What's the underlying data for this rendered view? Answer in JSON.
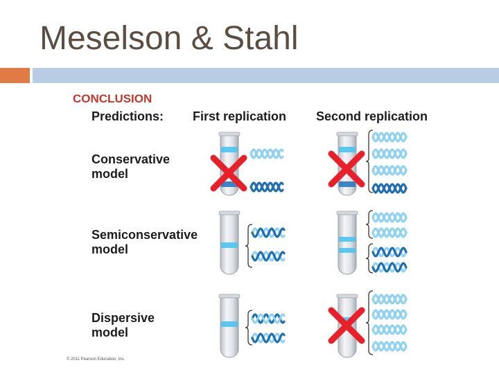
{
  "slide": {
    "title": "Meselson & Stahl"
  },
  "figure": {
    "conclusion_label": "CONCLUSION",
    "predictions_label": "Predictions:",
    "col_first": "First replication",
    "col_second": "Second replication",
    "models": [
      {
        "label": "Conservative\nmodel",
        "first_rejected": true,
        "second_rejected": true
      },
      {
        "label": "Semiconservative\nmodel",
        "first_rejected": false,
        "second_rejected": false
      },
      {
        "label": "Dispersive\nmodel",
        "first_rejected": false,
        "second_rejected": true
      }
    ],
    "copyright": "© 2011 Pearson Education, Inc."
  },
  "colors": {
    "title": "#5a4e42",
    "accent_bar": "#e07b45",
    "main_bar": "#b8cce4",
    "conclusion_text": "#c0392b",
    "reject_mark": "#e8202a",
    "light_dna": "#8fd3f0",
    "dark_dna": "#1f6fb0",
    "band_light": "#4cc3f0",
    "band_dark": "#2a78c0"
  },
  "icons": {
    "reject": "red-x-icon",
    "tube": "centrifuge-tube-icon",
    "dna": "double-helix-icon"
  }
}
